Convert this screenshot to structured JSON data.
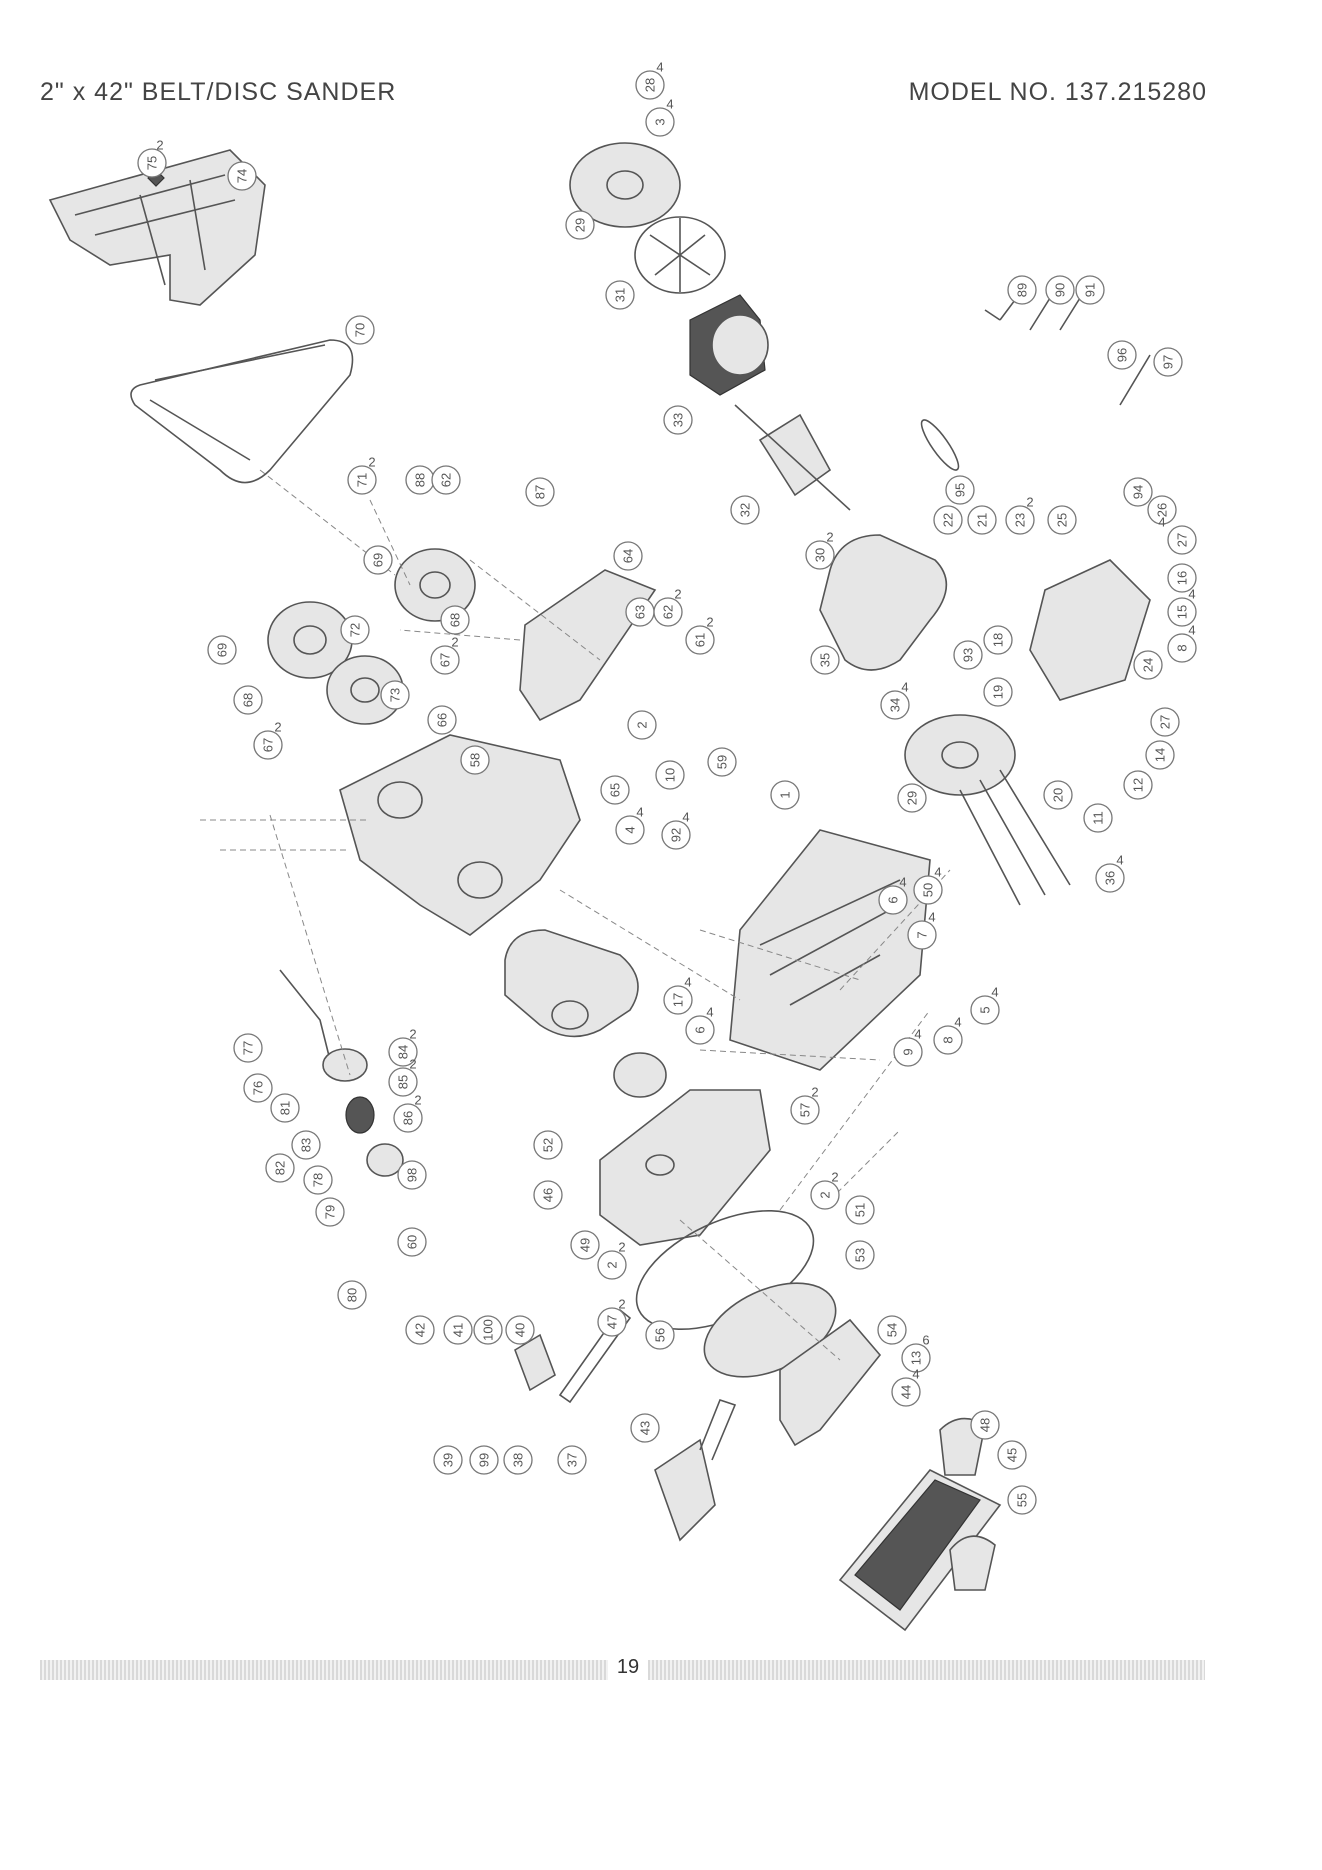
{
  "header": {
    "title": "2\" x 42\" BELT/DISC SANDER",
    "model": "MODEL NO. 137.215280"
  },
  "footer": {
    "page_number": "19"
  },
  "callouts": [
    {
      "label": "75",
      "qty": "2"
    },
    {
      "label": "74",
      "qty": ""
    },
    {
      "label": "70",
      "qty": ""
    },
    {
      "label": "71",
      "qty": "2"
    },
    {
      "label": "88",
      "qty": ""
    },
    {
      "label": "62",
      "qty": ""
    },
    {
      "label": "87",
      "qty": ""
    },
    {
      "label": "69",
      "qty": ""
    },
    {
      "label": "68",
      "qty": ""
    },
    {
      "label": "67",
      "qty": "2"
    },
    {
      "label": "69",
      "qty": ""
    },
    {
      "label": "68",
      "qty": ""
    },
    {
      "label": "72",
      "qty": ""
    },
    {
      "label": "67",
      "qty": "2"
    },
    {
      "label": "73",
      "qty": ""
    },
    {
      "label": "66",
      "qty": ""
    },
    {
      "label": "64",
      "qty": ""
    },
    {
      "label": "63",
      "qty": ""
    },
    {
      "label": "62",
      "qty": "2"
    },
    {
      "label": "61",
      "qty": "2"
    },
    {
      "label": "2",
      "qty": ""
    },
    {
      "label": "10",
      "qty": ""
    },
    {
      "label": "59",
      "qty": ""
    },
    {
      "label": "58",
      "qty": ""
    },
    {
      "label": "65",
      "qty": ""
    },
    {
      "label": "4",
      "qty": "4"
    },
    {
      "label": "92",
      "qty": "4"
    },
    {
      "label": "28",
      "qty": "4"
    },
    {
      "label": "3",
      "qty": "4"
    },
    {
      "label": "29",
      "qty": ""
    },
    {
      "label": "31",
      "qty": ""
    },
    {
      "label": "33",
      "qty": ""
    },
    {
      "label": "32",
      "qty": ""
    },
    {
      "label": "30",
      "qty": "2"
    },
    {
      "label": "35",
      "qty": ""
    },
    {
      "label": "89",
      "qty": ""
    },
    {
      "label": "90",
      "qty": ""
    },
    {
      "label": "91",
      "qty": ""
    },
    {
      "label": "96",
      "qty": ""
    },
    {
      "label": "97",
      "qty": ""
    },
    {
      "label": "95",
      "qty": ""
    },
    {
      "label": "22",
      "qty": ""
    },
    {
      "label": "21",
      "qty": ""
    },
    {
      "label": "23",
      "qty": "2"
    },
    {
      "label": "25",
      "qty": ""
    },
    {
      "label": "94",
      "qty": ""
    },
    {
      "label": "26",
      "qty": ""
    },
    {
      "label": "27",
      "qty": "4"
    },
    {
      "label": "16",
      "qty": ""
    },
    {
      "label": "15",
      "qty": "4"
    },
    {
      "label": "8",
      "qty": "4"
    },
    {
      "label": "24",
      "qty": ""
    },
    {
      "label": "18",
      "qty": ""
    },
    {
      "label": "93",
      "qty": ""
    },
    {
      "label": "19",
      "qty": ""
    },
    {
      "label": "34",
      "qty": "4"
    },
    {
      "label": "29",
      "qty": ""
    },
    {
      "label": "20",
      "qty": ""
    },
    {
      "label": "27",
      "qty": ""
    },
    {
      "label": "14",
      "qty": ""
    },
    {
      "label": "12",
      "qty": ""
    },
    {
      "label": "11",
      "qty": ""
    },
    {
      "label": "36",
      "qty": "4"
    },
    {
      "label": "1",
      "qty": ""
    },
    {
      "label": "6",
      "qty": "4"
    },
    {
      "label": "50",
      "qty": "4"
    },
    {
      "label": "7",
      "qty": "4"
    },
    {
      "label": "5",
      "qty": "4"
    },
    {
      "label": "8",
      "qty": "4"
    },
    {
      "label": "9",
      "qty": "4"
    },
    {
      "label": "17",
      "qty": "4"
    },
    {
      "label": "6",
      "qty": "4"
    },
    {
      "label": "77",
      "qty": ""
    },
    {
      "label": "76",
      "qty": ""
    },
    {
      "label": "81",
      "qty": ""
    },
    {
      "label": "84",
      "qty": "2"
    },
    {
      "label": "85",
      "qty": "2"
    },
    {
      "label": "86",
      "qty": "2"
    },
    {
      "label": "83",
      "qty": ""
    },
    {
      "label": "82",
      "qty": ""
    },
    {
      "label": "78",
      "qty": ""
    },
    {
      "label": "98",
      "qty": ""
    },
    {
      "label": "79",
      "qty": ""
    },
    {
      "label": "60",
      "qty": ""
    },
    {
      "label": "80",
      "qty": ""
    },
    {
      "label": "52",
      "qty": ""
    },
    {
      "label": "46",
      "qty": ""
    },
    {
      "label": "57",
      "qty": "2"
    },
    {
      "label": "2",
      "qty": "2"
    },
    {
      "label": "49",
      "qty": ""
    },
    {
      "label": "2",
      "qty": "2"
    },
    {
      "label": "47",
      "qty": "2"
    },
    {
      "label": "56",
      "qty": ""
    },
    {
      "label": "51",
      "qty": ""
    },
    {
      "label": "53",
      "qty": ""
    },
    {
      "label": "54",
      "qty": ""
    },
    {
      "label": "13",
      "qty": "6"
    },
    {
      "label": "44",
      "qty": "4"
    },
    {
      "label": "42",
      "qty": ""
    },
    {
      "label": "41",
      "qty": ""
    },
    {
      "label": "100",
      "qty": ""
    },
    {
      "label": "40",
      "qty": ""
    },
    {
      "label": "39",
      "qty": ""
    },
    {
      "label": "99",
      "qty": ""
    },
    {
      "label": "38",
      "qty": ""
    },
    {
      "label": "37",
      "qty": ""
    },
    {
      "label": "43",
      "qty": ""
    },
    {
      "label": "48",
      "qty": ""
    },
    {
      "label": "45",
      "qty": ""
    },
    {
      "label": "55",
      "qty": ""
    }
  ]
}
